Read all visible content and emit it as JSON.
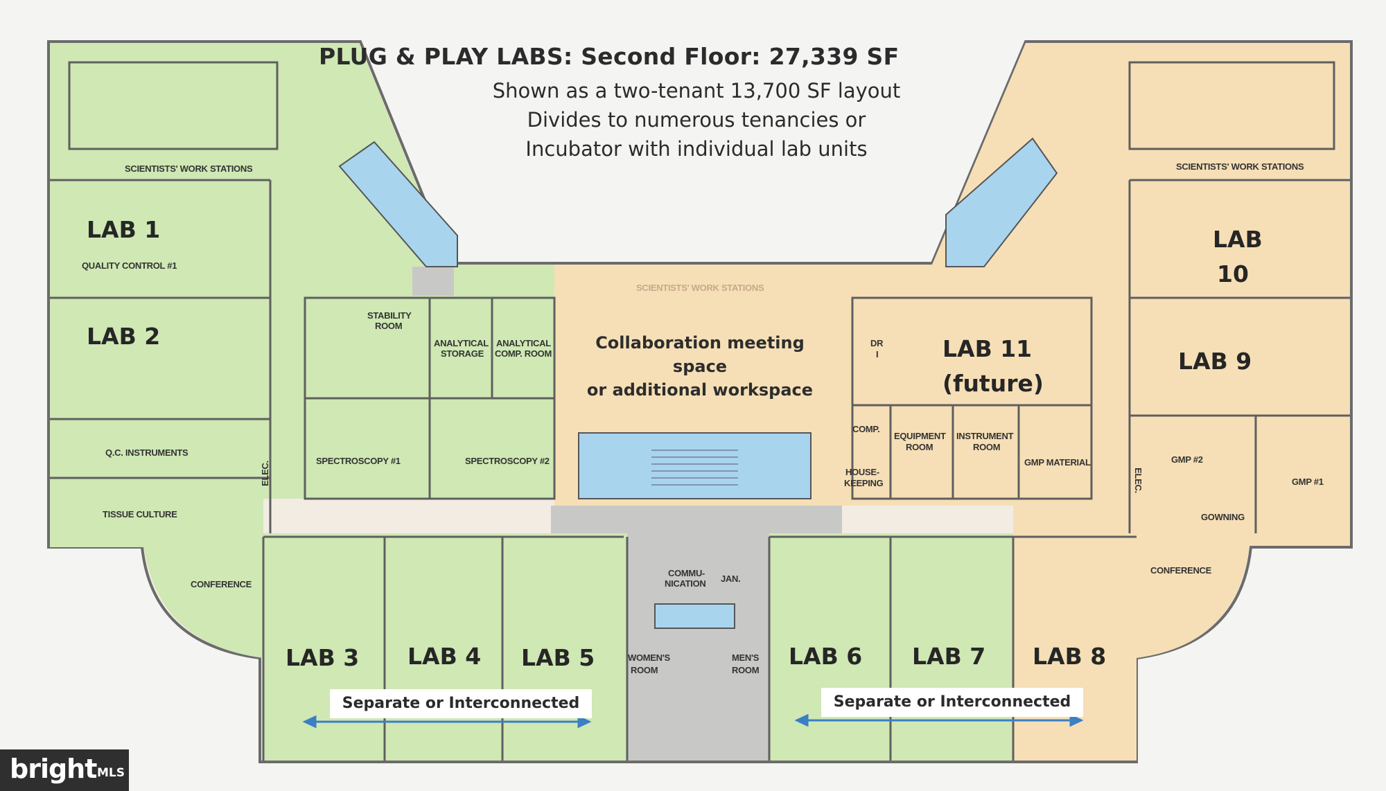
{
  "title": "PLUG & PLAY LABS: Second Floor: 27,339 SF",
  "subtitle_lines": [
    "Shown as a two-tenant 13,700 SF layout",
    "Divides to numerous tenancies or",
    "Incubator with individual lab units"
  ],
  "labs": {
    "lab1": "LAB 1",
    "lab2": "LAB 2",
    "lab3": "LAB 3",
    "lab4": "LAB 4",
    "lab5": "LAB 5",
    "lab6": "LAB 6",
    "lab7": "LAB 7",
    "lab8": "LAB 8",
    "lab9": "LAB 9",
    "lab10_line1": "LAB",
    "lab10_line2": "10",
    "lab11_line1": "LAB 11",
    "lab11_line2": "(future)"
  },
  "collaboration": {
    "line1": "Collaboration meeting",
    "line2": "space",
    "line3": "or additional workspace"
  },
  "separate_label": "Separate or Interconnected",
  "rooms": {
    "ws_left": "SCIENTISTS' WORK STATIONS",
    "ws_right": "SCIENTISTS' WORK STATIONS",
    "ws_center": "SCIENTISTS' WORK STATIONS",
    "quality_control": "QUALITY CONTROL #1",
    "stability_1": "STABILITY",
    "stability_2": "ROOM",
    "analytical_storage_1": "ANALYTICAL",
    "analytical_storage_2": "STORAGE",
    "analytical_comp_1": "ANALYTICAL",
    "analytical_comp_2": "COMP. ROOM",
    "qc_instruments": "Q.C. INSTRUMENTS",
    "spectroscopy1": "SPECTROSCOPY #1",
    "spectroscopy2": "SPECTROSCOPY #2",
    "tissue_culture": "TISSUE CULTURE",
    "elec_left": "ELEC.",
    "elec_right": "ELEC.",
    "conference_left": "CONFERENCE",
    "conference_right": "CONFERENCE",
    "communication_1": "COMMU-",
    "communication_2": "NICATION",
    "jan": "JAN.",
    "womens_1": "WOMEN'S",
    "womens_2": "ROOM",
    "mens_1": "MEN'S",
    "mens_2": "ROOM",
    "drugs_1": "DR",
    "drugs_2": "I",
    "comp": "COMP.",
    "housekeeping_1": "HOUSE-",
    "housekeeping_2": "KEEPING",
    "equipment_1": "EQUIPMENT",
    "equipment_2": "ROOM",
    "instrument_1": "INSTRUMENT",
    "instrument_2": "ROOM",
    "gmp_material": "GMP MATERIAL",
    "gmp2": "GMP #2",
    "gmp1": "GMP #1",
    "gowning": "GOWNING"
  },
  "logo": {
    "brand": "bright",
    "suffix": "MLS"
  },
  "colors": {
    "green_tenant": "#cfe8b4",
    "orange_tenant": "#f6dfb6",
    "stair_blue": "#a9d4ee",
    "core_gray": "#c8c9c6",
    "arrow_blue": "#3b7fc4"
  }
}
